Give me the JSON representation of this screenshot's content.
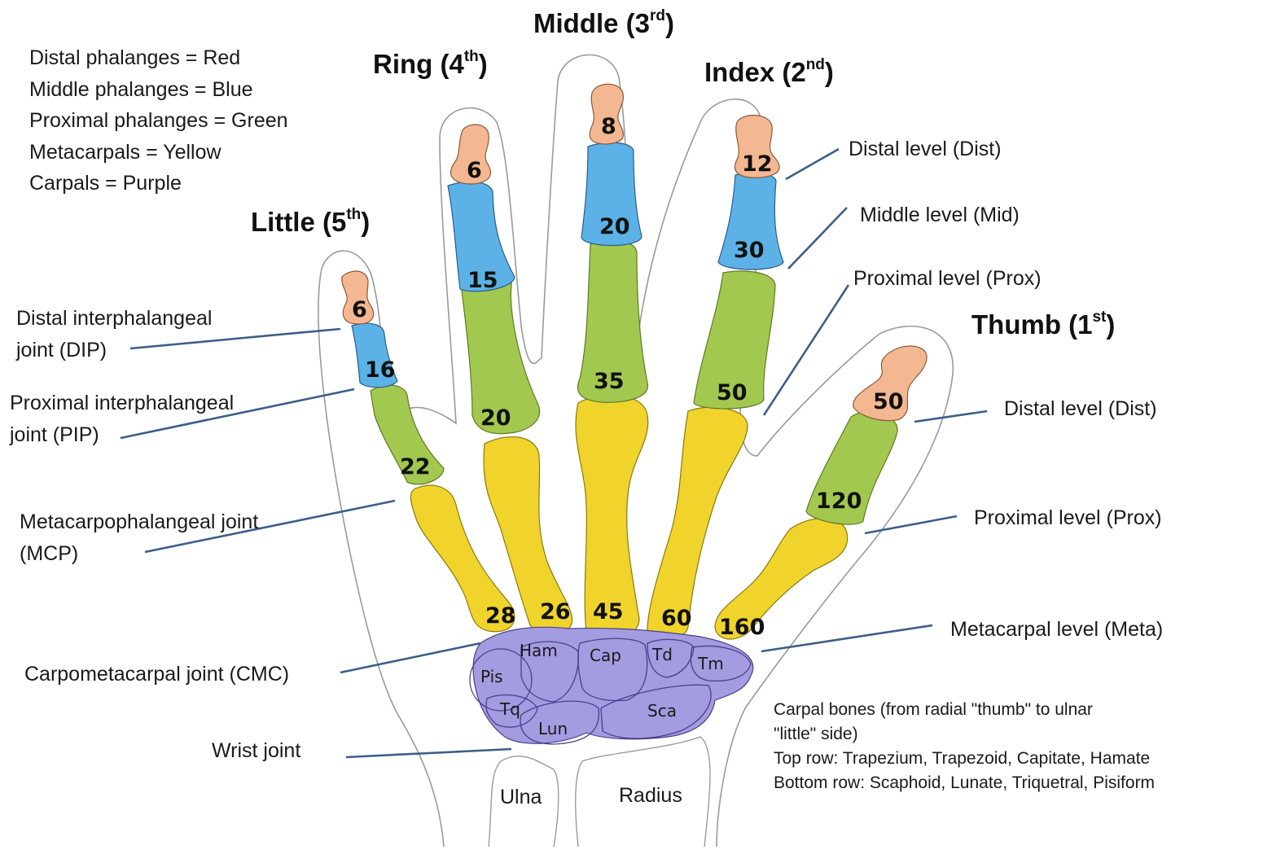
{
  "legend": [
    "Distal phalanges = Red",
    "Middle phalanges = Blue",
    "Proximal phalanges = Green",
    "Metacarpals = Yellow",
    "Carpals = Purple"
  ],
  "fingers": {
    "middle": {
      "name": "Middle (3",
      "sup": "rd",
      "close": ")"
    },
    "ring": {
      "name": "Ring (4",
      "sup": "th",
      "close": ")"
    },
    "index": {
      "name": "Index (2",
      "sup": "nd",
      "close": ")"
    },
    "little": {
      "name": "Little (5",
      "sup": "th",
      "close": ")"
    },
    "thumb": {
      "name": "Thumb (1",
      "sup": "st",
      "close": ")"
    }
  },
  "bone_values": {
    "little": {
      "distal": "6",
      "middle": "16",
      "proximal": "22",
      "metacarpal": "28"
    },
    "ring": {
      "distal": "6",
      "middle": "15",
      "proximal": "20",
      "metacarpal": "26"
    },
    "middle": {
      "distal": "8",
      "middle": "20",
      "proximal": "35",
      "metacarpal": "45"
    },
    "index": {
      "distal": "12",
      "middle": "30",
      "proximal": "50",
      "metacarpal": "60"
    },
    "thumb": {
      "distal": "50",
      "proximal": "120",
      "metacarpal": "160"
    }
  },
  "carpals": {
    "ham": "Ham",
    "cap": "Cap",
    "td": "Td",
    "tm": "Tm",
    "pis": "Pis",
    "tq": "Tq",
    "lun": "Lun",
    "sca": "Sca"
  },
  "forearm": {
    "ulna": "Ulna",
    "radius": "Radius"
  },
  "labels_left": {
    "dip_1": "Distal interphalangeal",
    "dip_2": "joint (DIP)",
    "pip_1": "Proximal interphalangeal",
    "pip_2": "joint (PIP)",
    "mcp_1": "Metacarpophalangeal joint",
    "mcp_2": "(MCP)",
    "cmc": "Carpometacarpal joint (CMC)",
    "wrist": "Wrist joint"
  },
  "labels_right": {
    "dist_finger": "Distal level (Dist)",
    "mid_finger": "Middle level (Mid)",
    "prox_finger": "Proximal level (Prox)",
    "dist_thumb": "Distal level (Dist)",
    "prox_thumb": "Proximal level (Prox)",
    "meta": "Metacarpal level (Meta)"
  },
  "carpal_note": [
    "Carpal bones (from radial \"thumb\" to ulnar",
    "\"little\" side)",
    "Top row: Trapezium, Trapezoid, Capitate, Hamate",
    "Bottom row: Scaphoid, Lunate, Triquetral, Pisiform"
  ],
  "colors": {
    "distal": "#f3b891",
    "middle": "#5cb2e6",
    "proximal": "#a2c850",
    "metacarpal": "#f0d42c",
    "carpal": "#a39ce0",
    "leader": "#3d5e87",
    "outline": "#9a9a9a"
  }
}
